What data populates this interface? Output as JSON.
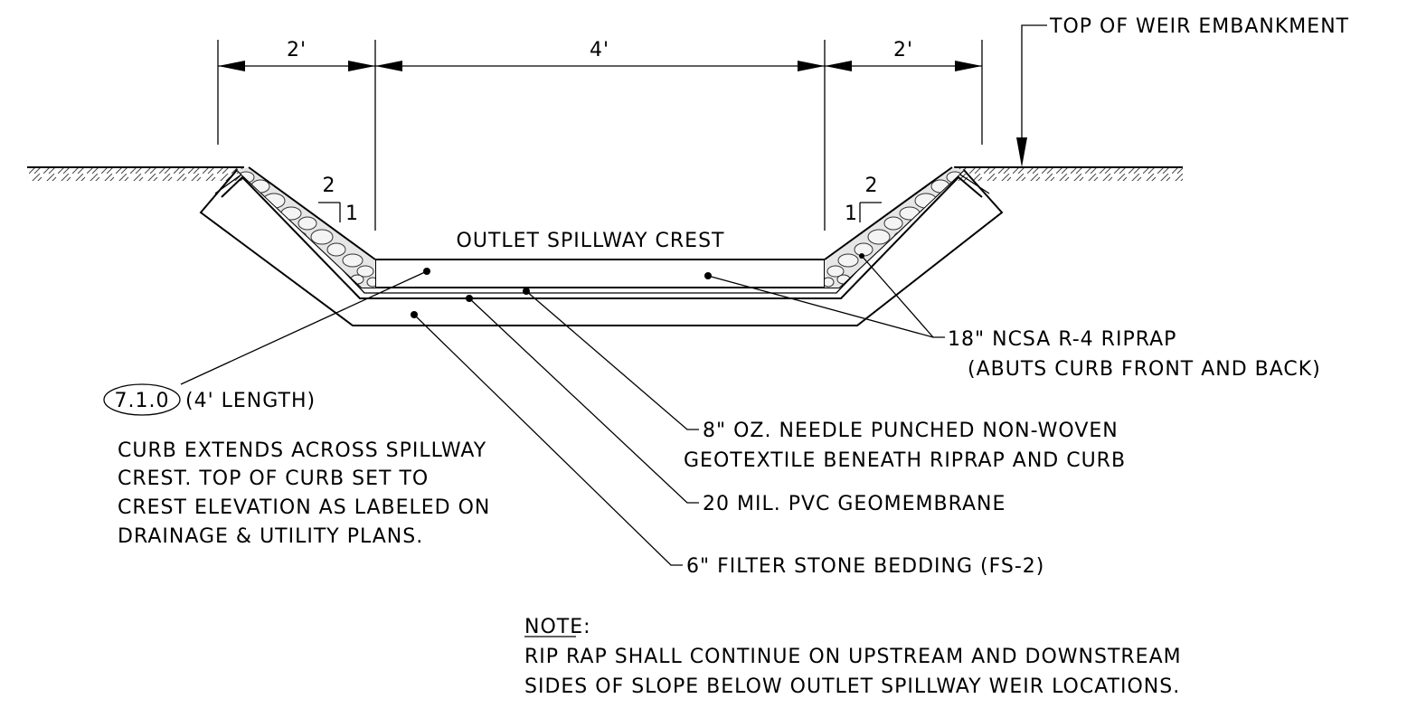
{
  "dimensions": {
    "left_side_width": "2'",
    "crest_width": "4'",
    "right_side_width": "2'"
  },
  "top_of_weir_label": "TOP OF WEIR EMBANKMENT",
  "crest_label": "OUTLET SPILLWAY CREST",
  "slope": {
    "left_run": "2",
    "left_rise": "1",
    "right_run": "2",
    "right_rise": "1"
  },
  "detail_tag": {
    "id": "7.1.0",
    "length": "(4' LENGTH)"
  },
  "curb_note_lines": [
    "CURB EXTENDS ACROSS SPILLWAY",
    "CREST. TOP OF CURB SET TO",
    "CREST ELEVATION AS LABELED ON",
    "DRAINAGE & UTILITY PLANS."
  ],
  "callouts": {
    "riprap": [
      "18\" NCSA R-4 RIPRAP",
      "(ABUTS CURB FRONT AND BACK)"
    ],
    "geotextile": [
      "8\" OZ. NEEDLE PUNCHED NON-WOVEN",
      "GEOTEXTILE BENEATH RIPRAP AND CURB"
    ],
    "geomembrane": "20 MIL. PVC GEOMEMBRANE",
    "filter_stone": "6\" FILTER STONE BEDDING (FS-2)"
  },
  "note": {
    "heading": "NOTE:",
    "lines": [
      "RIP RAP SHALL CONTINUE ON UPSTREAM AND DOWNSTREAM",
      "SIDES OF SLOPE BELOW OUTLET SPILLWAY WEIR LOCATIONS."
    ]
  }
}
